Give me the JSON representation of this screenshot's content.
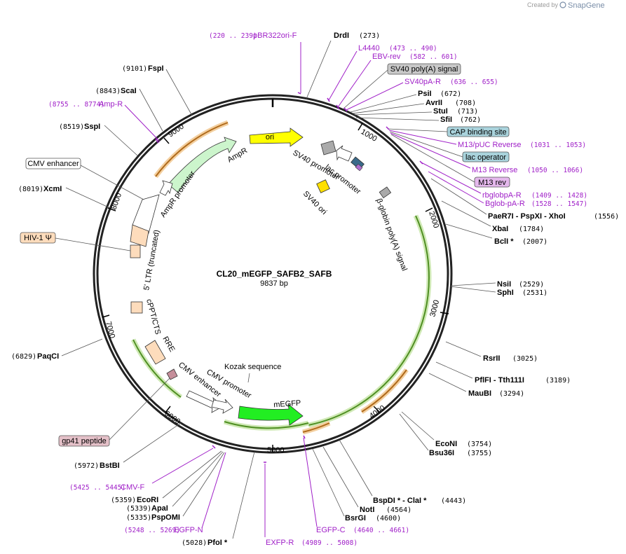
{
  "credit": {
    "prefix": "Created by",
    "brand": "SnapGene"
  },
  "plasmid": {
    "name": "CL20_mEGFP_SAFB2_SAFB",
    "size": "9837 bp"
  },
  "ticks": [
    "1000",
    "2000",
    "3000",
    "4000",
    "5000",
    "6000",
    "7000",
    "8000",
    "9000"
  ],
  "enzymes": [
    {
      "name": "DrdI",
      "pos": "(273)"
    },
    {
      "name": "PsiI",
      "pos": "(672)"
    },
    {
      "name": "AvrII",
      "pos": "(708)"
    },
    {
      "name": "StuI",
      "pos": "(713)"
    },
    {
      "name": "SfiI",
      "pos": "(762)"
    },
    {
      "name": "PaeR7I  - PspXI  - XhoI",
      "pos": "(1556)"
    },
    {
      "name": "XbaI",
      "pos": "(1784)"
    },
    {
      "name": "BclI *",
      "pos": "(2007)"
    },
    {
      "name": "NsiI",
      "pos": "(2529)"
    },
    {
      "name": "SphI",
      "pos": "(2531)"
    },
    {
      "name": "RsrII",
      "pos": "(3025)"
    },
    {
      "name": "PflFI  - Tth111I",
      "pos": "(3189)"
    },
    {
      "name": "MauBI",
      "pos": "(3294)"
    },
    {
      "name": "EcoNI",
      "pos": "(3754)"
    },
    {
      "name": "Bsu36I",
      "pos": "(3755)"
    },
    {
      "name": "BspDI *  - ClaI *",
      "pos": "(4443)"
    },
    {
      "name": "NotI",
      "pos": "(4564)"
    },
    {
      "name": "BsrGI",
      "pos": "(4600)"
    },
    {
      "name": "PfoI *",
      "pos": "(5028)"
    },
    {
      "name": "EcoRI",
      "pos": "(5359)"
    },
    {
      "name": "ApaI",
      "pos": "(5339)"
    },
    {
      "name": "PspOMI",
      "pos": "(5335)"
    },
    {
      "name": "BstBI",
      "pos": "(5972)"
    },
    {
      "name": "PaqCI",
      "pos": "(6829)"
    },
    {
      "name": "XcmI",
      "pos": "(8019)"
    },
    {
      "name": "SspI",
      "pos": "(8519)"
    },
    {
      "name": "ScaI",
      "pos": "(8843)"
    },
    {
      "name": "FspI",
      "pos": "(9101)"
    }
  ],
  "primers": [
    {
      "name": "pBR322ori-F",
      "range": "(220 .. 239)"
    },
    {
      "name": "L4440",
      "range": "(473 .. 490)"
    },
    {
      "name": "EBV-rev",
      "range": "(582 .. 601)"
    },
    {
      "name": "SV40pA-R",
      "range": "(636 .. 655)"
    },
    {
      "name": "M13/pUC Reverse",
      "range": "(1031 .. 1053)"
    },
    {
      "name": "M13 Reverse",
      "range": "(1050 .. 1066)"
    },
    {
      "name": "rbglobpA-R",
      "range": "(1409 .. 1428)"
    },
    {
      "name": "Bglob-pA-R",
      "range": "(1528 .. 1547)"
    },
    {
      "name": "EGFP-C",
      "range": "(4640 .. 4661)"
    },
    {
      "name": "EXFP-R",
      "range": "(4989 .. 5008)"
    },
    {
      "name": "EGFP-N",
      "range": "(5248 .. 5269)"
    },
    {
      "name": "CMV-F",
      "range": "(5425 .. 5445)"
    },
    {
      "name": "Amp-R",
      "range": "(8755 .. 8774)"
    }
  ],
  "boxed_labels": [
    {
      "text": "SV40 poly(A) signal",
      "color": "#c8c8c8"
    },
    {
      "text": "CAP binding site",
      "color": "#a9d3dc"
    },
    {
      "text": "lac operator",
      "color": "#a9d3dc"
    },
    {
      "text": "M13 rev",
      "color": "#e4b8ec"
    },
    {
      "text": "CMV enhancer",
      "color": "#ffffff"
    },
    {
      "text": "HIV-1 Ψ",
      "color": "#fddcbc"
    },
    {
      "text": "gp41 peptide",
      "color": "#e4c0c8"
    }
  ],
  "features": {
    "ori": "ori",
    "ampr": "AmpR",
    "ampr_promoter": "AmpR promoter",
    "ltr": "5' LTR (truncated)",
    "cppt": "cPPT/CTS",
    "rre": "RRE",
    "cmv_enhancer": "CMV enhancer",
    "cmv_promoter": "CMV promoter",
    "kozak": "Kozak sequence",
    "megfp": "mEGFP",
    "sv40_promoter": "SV40 promoter",
    "lac_promoter": "lac promoter",
    "sv40_ori": "SV40 ori",
    "bglobin": "β-globin poly(A) signal"
  },
  "colors": {
    "ori": "#ffff00",
    "ampr": "#ccf5cc",
    "megfp": "#22ee22",
    "ltr": "#fddcbc",
    "primer": "#a020c8",
    "orange_orf": "#e89a3a",
    "green_orf": "#7cc04a"
  }
}
